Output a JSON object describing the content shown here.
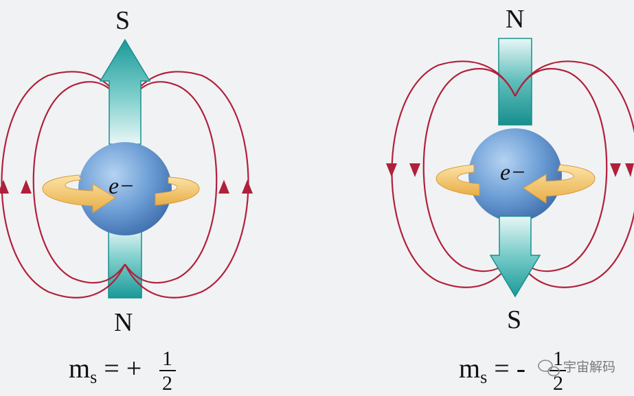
{
  "panels": [
    {
      "top_pole": "S",
      "bottom_pole": "N",
      "electron": "e−",
      "ms_label": "m",
      "ms_sub": "s",
      "ms_eq": "= +",
      "frac_num": "1",
      "frac_den": "2"
    },
    {
      "top_pole": "N",
      "bottom_pole": "S",
      "electron": "e−",
      "ms_label": "m",
      "ms_sub": "s",
      "ms_eq": "= -",
      "frac_num": "1",
      "frac_den": "2"
    }
  ],
  "watermark": "宇宙解码",
  "colors": {
    "field_line": "#b0203a",
    "arrow_teal": "#1e9c9c",
    "electron_blue": "#6e9fd6",
    "spin_arrow": "#f2c266"
  }
}
